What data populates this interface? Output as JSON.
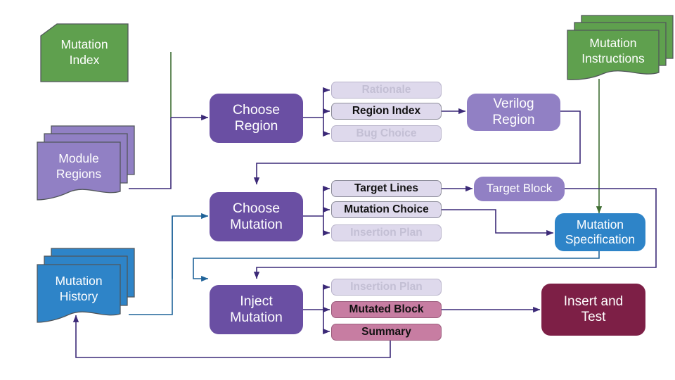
{
  "diagram": {
    "title": "Mutation injection pipeline flowchart",
    "colors": {
      "green": "#5fa04e",
      "green_edge": "#3f6e33",
      "purple_dark": "#6a4fa3",
      "purple_mid": "#9180c4",
      "purple_light_pill": "#ded9ec",
      "purple_muted_text": "#c3bfd4",
      "blue": "#2e84c8",
      "blue_edge": "#1f6399",
      "pink": "#c77da2",
      "maroon": "#7d1f46",
      "line_purple": "#3c2a78",
      "line_blue": "#1f6399",
      "line_green": "#3f6e33"
    },
    "inputs": [
      {
        "id": "mutation-index",
        "label": "Mutation\nIndex",
        "shape": "cut-corner",
        "color": "green"
      },
      {
        "id": "module-regions",
        "label": "Module\nRegions",
        "shape": "stacked-doc",
        "color": "purple-mid"
      },
      {
        "id": "mutation-history",
        "label": "Mutation\nHistory",
        "shape": "stacked-doc",
        "color": "blue"
      }
    ],
    "outputs": [
      {
        "id": "mutation-instructions",
        "label": "Mutation\nInstructions",
        "shape": "stacked-doc",
        "color": "green"
      }
    ],
    "stages": [
      {
        "id": "choose-region",
        "label": "Choose\nRegion",
        "fields": [
          {
            "id": "rationale",
            "label": "Rationale",
            "state": "muted"
          },
          {
            "id": "region-index",
            "label": "Region Index",
            "state": "active"
          },
          {
            "id": "bug-choice",
            "label": "Bug Choice",
            "state": "muted"
          }
        ],
        "result": {
          "id": "verilog-region",
          "label": "Verilog\nRegion",
          "color": "purple-mid"
        }
      },
      {
        "id": "choose-mutation",
        "label": "Choose\nMutation",
        "fields": [
          {
            "id": "target-lines",
            "label": "Target Lines",
            "state": "active"
          },
          {
            "id": "mutation-choice",
            "label": "Mutation Choice",
            "state": "active"
          },
          {
            "id": "insertion-plan",
            "label": "Insertion Plan",
            "state": "muted"
          }
        ],
        "result": {
          "id": "target-block",
          "label": "Target Block",
          "color": "purple-mid"
        }
      },
      {
        "id": "inject-mutation",
        "label": "Inject\nMutation",
        "fields": [
          {
            "id": "insertion-plan-2",
            "label": "Insertion Plan",
            "state": "muted"
          },
          {
            "id": "mutated-block",
            "label": "Mutated Block",
            "state": "pink"
          },
          {
            "id": "summary",
            "label": "Summary",
            "state": "pink"
          }
        ],
        "result": {
          "id": "insert-and-test",
          "label": "Insert and\nTest",
          "color": "maroon"
        }
      }
    ],
    "artifacts": [
      {
        "id": "mutation-specification",
        "label": "Mutation\nSpecification",
        "color": "blue"
      }
    ]
  }
}
